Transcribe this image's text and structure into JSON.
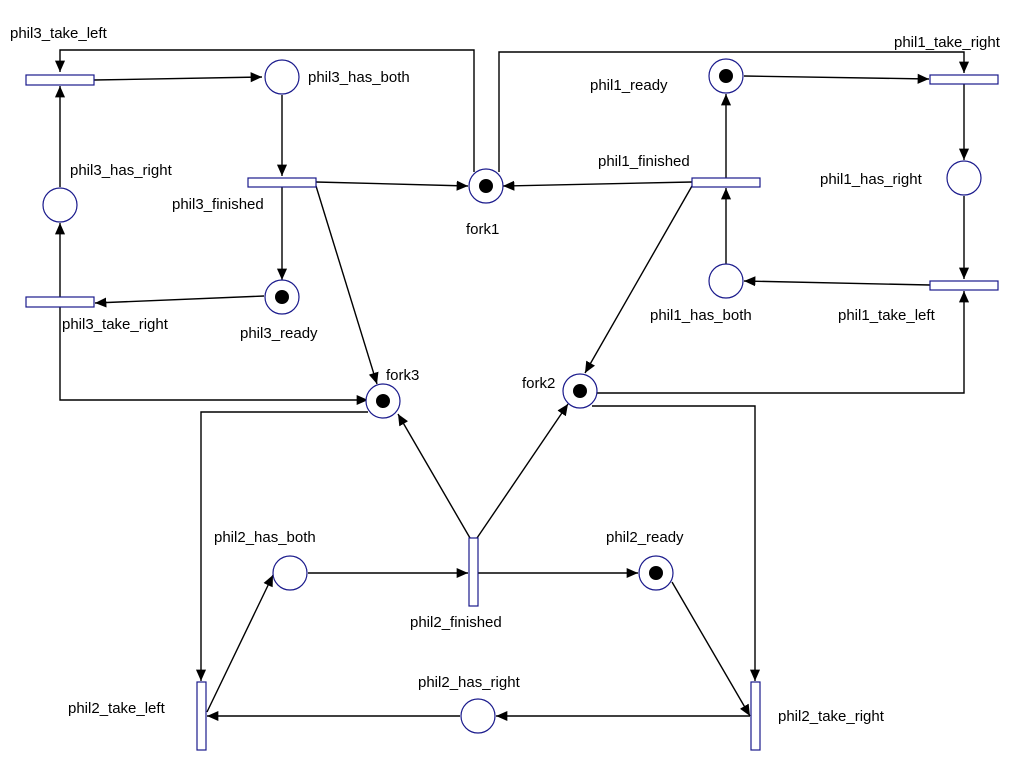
{
  "diagram": {
    "accent_color": "#1a1a8c",
    "places": {
      "fork1": {
        "label": "fork1",
        "tokens": 1
      },
      "fork2": {
        "label": "fork2",
        "tokens": 1
      },
      "fork3": {
        "label": "fork3",
        "tokens": 1
      },
      "phil1_ready": {
        "label": "phil1_ready",
        "tokens": 1
      },
      "phil1_has_right": {
        "label": "phil1_has_right",
        "tokens": 0
      },
      "phil1_has_both": {
        "label": "phil1_has_both",
        "tokens": 0
      },
      "phil2_ready": {
        "label": "phil2_ready",
        "tokens": 1
      },
      "phil2_has_right": {
        "label": "phil2_has_right",
        "tokens": 0
      },
      "phil2_has_both": {
        "label": "phil2_has_both",
        "tokens": 0
      },
      "phil3_ready": {
        "label": "phil3_ready",
        "tokens": 1
      },
      "phil3_has_right": {
        "label": "phil3_has_right",
        "tokens": 0
      },
      "phil3_has_both": {
        "label": "phil3_has_both",
        "tokens": 0
      }
    },
    "transitions": {
      "phil1_take_right": {
        "label": "phil1_take_right"
      },
      "phil1_take_left": {
        "label": "phil1_take_left"
      },
      "phil1_finished": {
        "label": "phil1_finished"
      },
      "phil2_take_right": {
        "label": "phil2_take_right"
      },
      "phil2_take_left": {
        "label": "phil2_take_left"
      },
      "phil2_finished": {
        "label": "phil2_finished"
      },
      "phil3_take_right": {
        "label": "phil3_take_right"
      },
      "phil3_take_left": {
        "label": "phil3_take_left"
      },
      "phil3_finished": {
        "label": "phil3_finished"
      }
    }
  }
}
